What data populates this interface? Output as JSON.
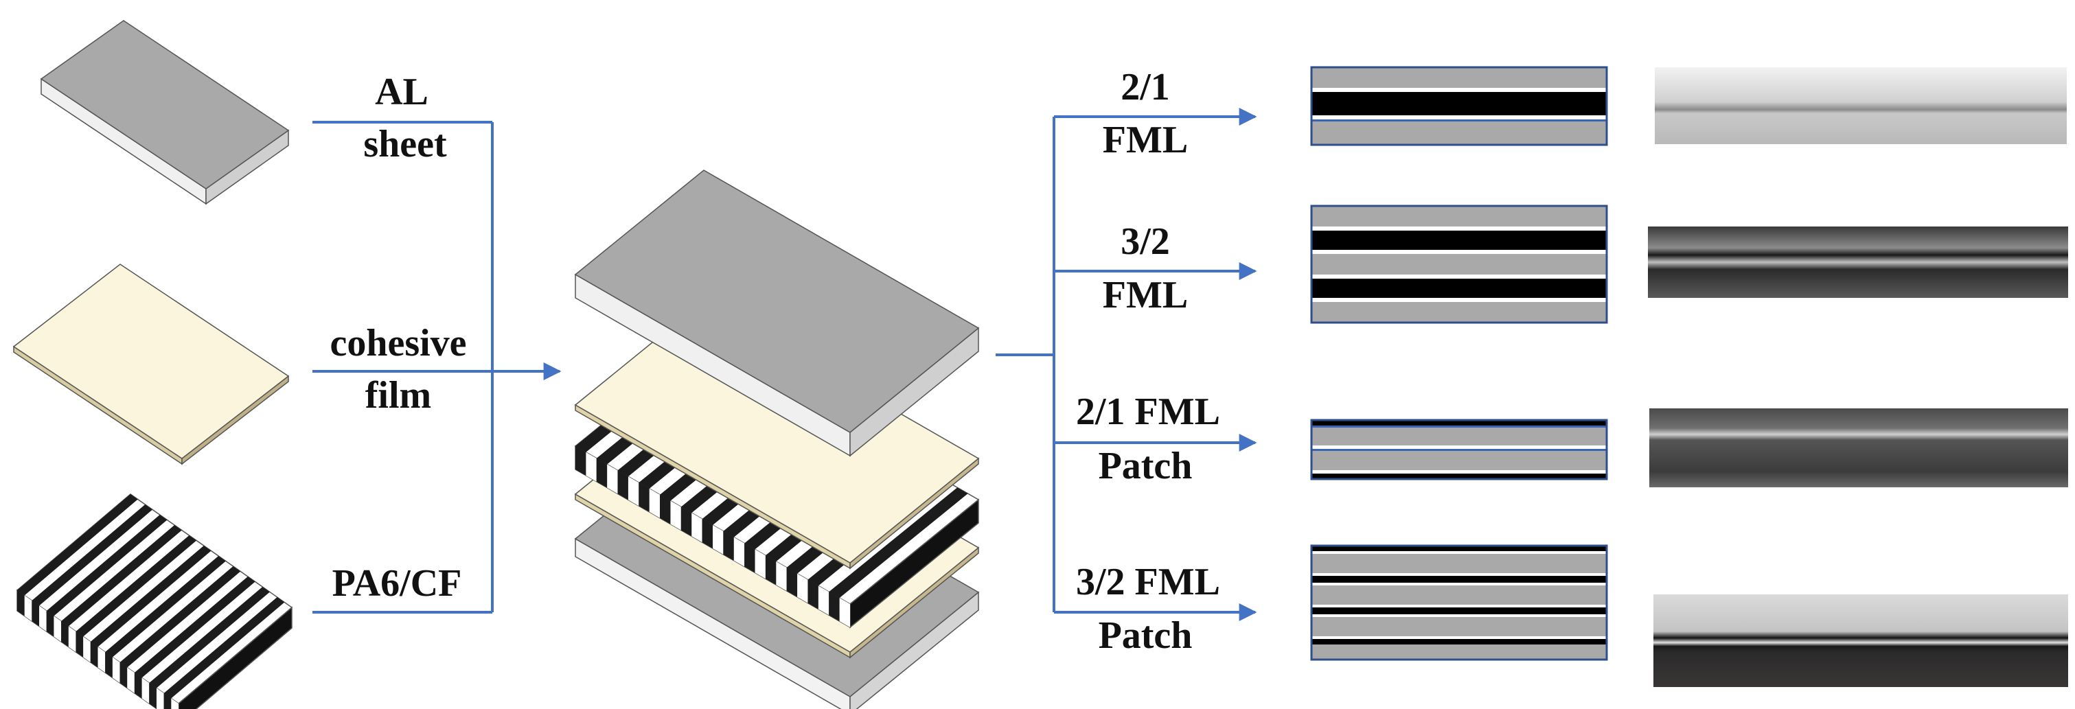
{
  "colors": {
    "aluminum": "#a9a9a9",
    "film": "#fbf5dd",
    "carbon_dark": "#1c1c1c",
    "carbon_light": "#ffffff",
    "connector": "#4472c4"
  },
  "inputs": [
    {
      "id": "al",
      "line1": "AL",
      "line2": "sheet"
    },
    {
      "id": "film",
      "line1": "cohesive",
      "line2": "film"
    },
    {
      "id": "cf",
      "line1": "PA6/CF",
      "line2": ""
    }
  ],
  "outputs": [
    {
      "id": "fml21",
      "line1": "2/1",
      "line2": "FML"
    },
    {
      "id": "fml32",
      "line1": "3/2",
      "line2": "FML"
    },
    {
      "id": "patch21",
      "line1": "2/1 FML",
      "line2": "Patch"
    },
    {
      "id": "patch32",
      "line1": "3/2 FML",
      "line2": "Patch"
    }
  ],
  "icons": [
    "al-sheet-icon",
    "cohesive-film-icon",
    "pa6-cf-laminate-icon",
    "exploded-stack-icon",
    "cross-section-schematic-icon",
    "cross-section-photo-icon"
  ]
}
